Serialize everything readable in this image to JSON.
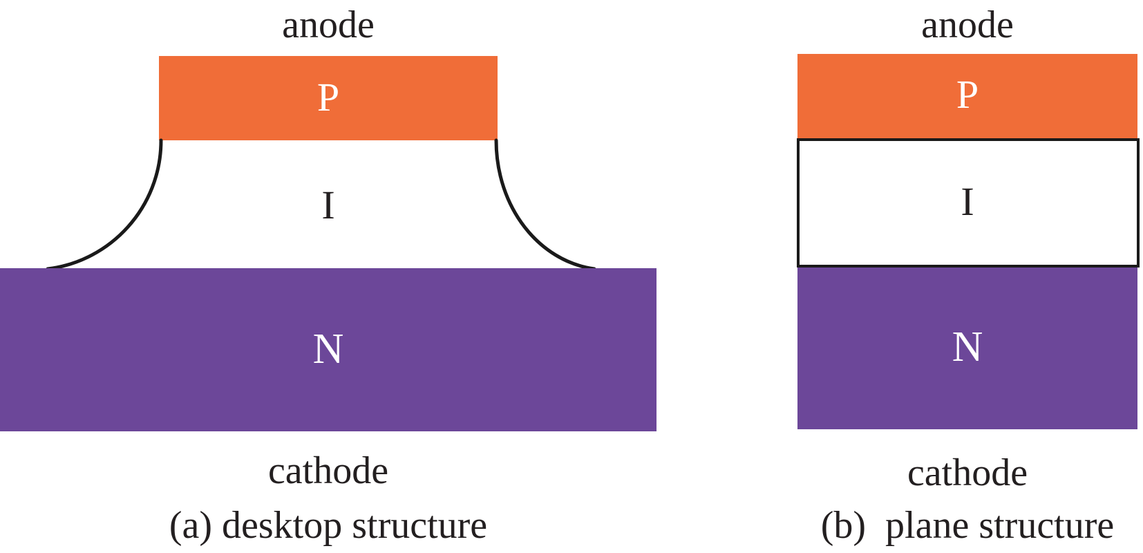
{
  "colors": {
    "p_layer": "#F06D38",
    "n_layer": "#6C4799",
    "outline": "#1A1A1A",
    "layer_text": "#FFFFFF",
    "text": "#231F20",
    "background": "#FFFFFF"
  },
  "panel_a": {
    "anode_label": "anode",
    "p_label": "P",
    "i_label": "I",
    "n_label": "N",
    "cathode_label": "cathode",
    "caption": "(a) desktop structure"
  },
  "panel_b": {
    "anode_label": "anode",
    "p_label": "P",
    "i_label": "I",
    "n_label": "N",
    "cathode_label": "cathode",
    "caption": "(b)  plane structure"
  }
}
